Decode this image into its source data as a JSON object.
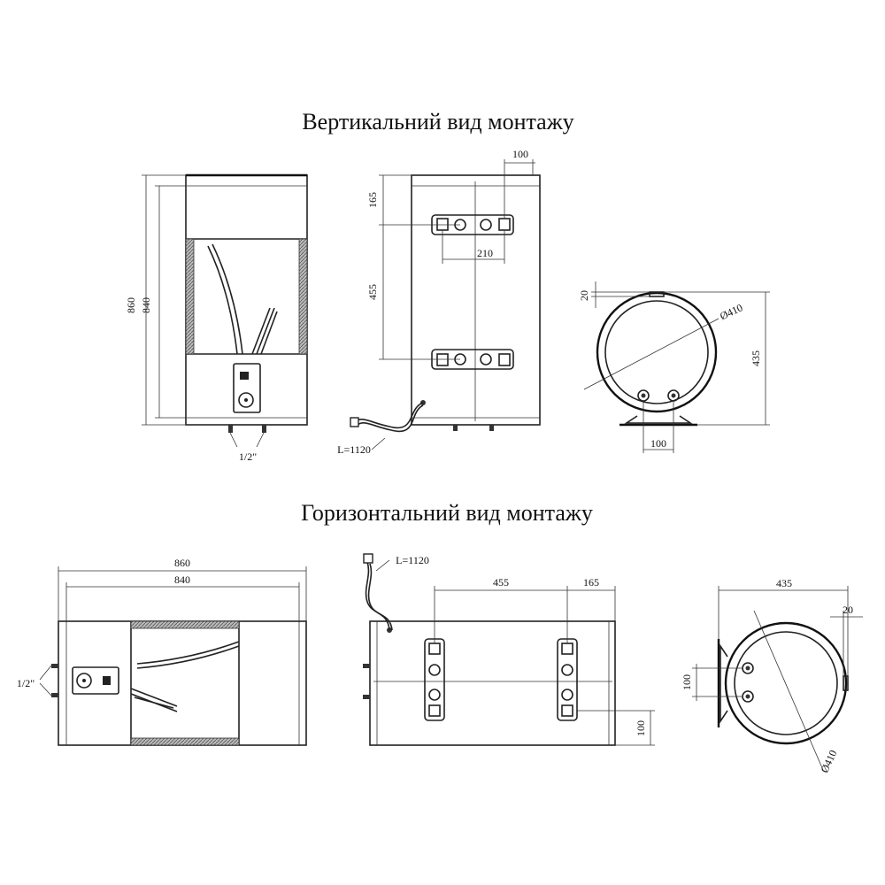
{
  "titles": {
    "vertical": "Вертикальний вид монтажу",
    "horizontal": "Горизонтальний вид монтажу"
  },
  "dimensions": {
    "d860": "860",
    "d840": "840",
    "d165": "165",
    "d455": "455",
    "d100": "100",
    "d210": "210",
    "d20": "20",
    "d435": "435",
    "d410": "Ø410",
    "cable": "L=1120",
    "pipe": "1/2\""
  }
}
